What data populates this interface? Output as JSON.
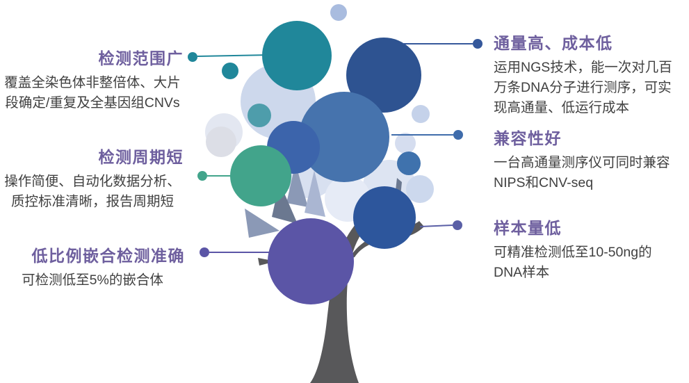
{
  "palette": {
    "teal": "#20879a",
    "navy": "#2e5391",
    "blue_large": "#4673ad",
    "blue_left": "#3c64ab",
    "blue_small": "#3f72ad",
    "dark_blue": "#2d569c",
    "green": "#42a48b",
    "teal_green": "#4e9dab",
    "purple": "#5b55a6",
    "periwinkle": "#a9bcdf",
    "pale_1": "#cdd8ec",
    "pale_2": "#e3e7f1",
    "pale_3": "#dcdee6",
    "pale_4": "#d5ddef",
    "pale_5": "#c5d2ea",
    "pale_6": "#dde4f2",
    "pale_7": "#ccd8ed",
    "pale_8": "#e6ebf6",
    "pale_9": "#d8e0f0",
    "leaf_mid": "#8b99b6",
    "leaf_light": "#aab6d2",
    "leaf_dark": "#6b7890",
    "trunk": "#58585a",
    "heading": "#6e5f9e",
    "body_text": "#404040",
    "dot_blue_1": "#35589b",
    "dot_blue_2": "#3f6cab",
    "dot_slate": "#5a5fa6"
  },
  "features": {
    "left": [
      {
        "title": "检测范围广",
        "desc": "覆盖全染色体非整倍体、大片段确定/重复及全基因组CNVs"
      },
      {
        "title": "检测周期短",
        "desc": "操作简便、自动化数据分析、质控标准清晰，报告周期短"
      },
      {
        "title": "低比例嵌合检测准确",
        "desc": "可检测低至5%的嵌合体"
      }
    ],
    "right": [
      {
        "title": "通量高、成本低",
        "desc": "运用NGS技术，能一次对几百万条DNA分子进行测序，可实现高通量、低运行成本"
      },
      {
        "title": "兼容性好",
        "desc": "一台高通量测序仪可同时兼容NIPS和CNV-seq"
      },
      {
        "title": "样本量低",
        "desc": "可精准检测低至10-50ng的DNA样本"
      }
    ]
  }
}
